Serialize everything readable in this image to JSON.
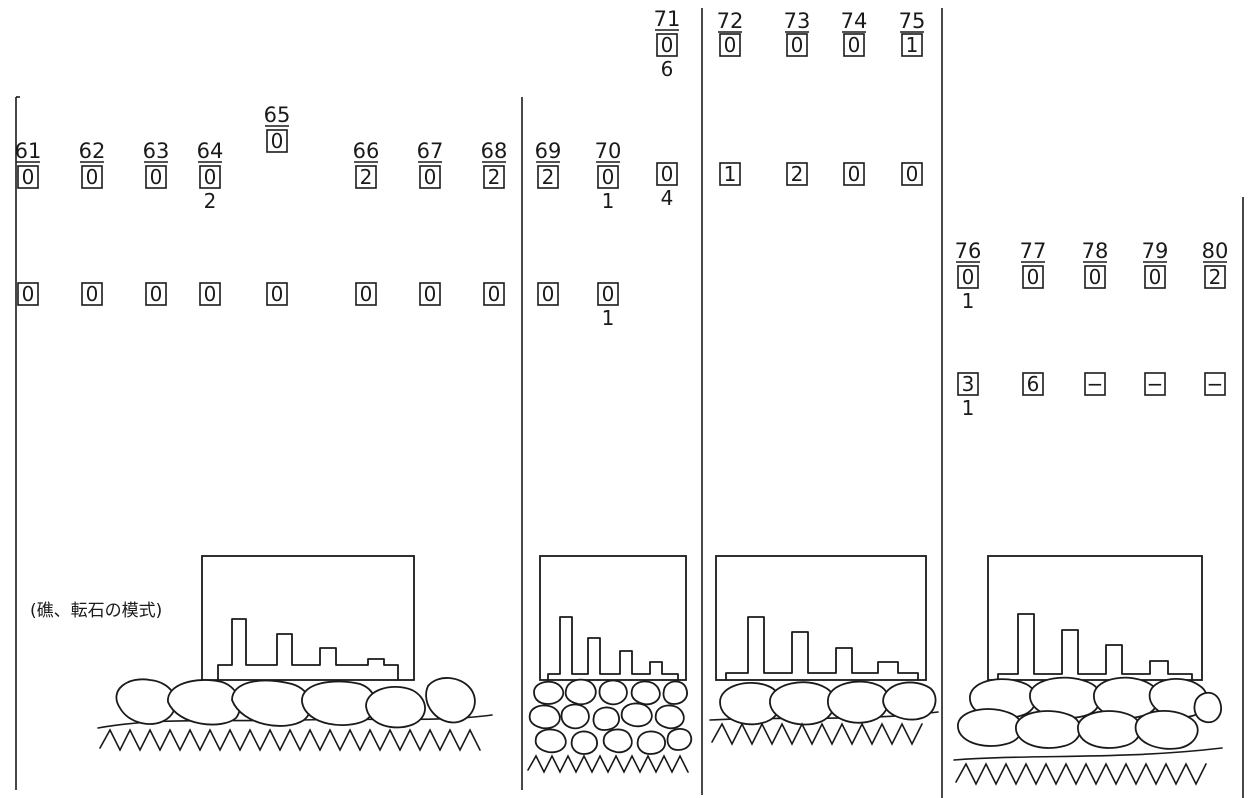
{
  "caption": "(礁、転石の模式)",
  "stations": [
    {
      "num": "61",
      "row1": "0",
      "row1_sub": "",
      "row2": "0",
      "row2_sub": ""
    },
    {
      "num": "62",
      "row1": "0",
      "row1_sub": "",
      "row2": "0",
      "row2_sub": ""
    },
    {
      "num": "63",
      "row1": "0",
      "row1_sub": "",
      "row2": "0",
      "row2_sub": ""
    },
    {
      "num": "64",
      "row1": "0",
      "row1_sub": "2",
      "row2": "0",
      "row2_sub": ""
    },
    {
      "num": "65",
      "row1": "0",
      "row1_sub": "",
      "row2": "0",
      "row2_sub": ""
    },
    {
      "num": "66",
      "row1": "2",
      "row1_sub": "",
      "row2": "0",
      "row2_sub": ""
    },
    {
      "num": "67",
      "row1": "0",
      "row1_sub": "",
      "row2": "0",
      "row2_sub": ""
    },
    {
      "num": "68",
      "row1": "2",
      "row1_sub": "",
      "row2": "0",
      "row2_sub": ""
    },
    {
      "num": "69",
      "row1": "2",
      "row1_sub": "",
      "row2": "0",
      "row2_sub": ""
    },
    {
      "num": "70",
      "row1": "0",
      "row1_sub": "1",
      "row2": "0",
      "row2_sub": "1"
    },
    {
      "num": "71",
      "row1": "0",
      "row1_sub": "6",
      "row2": "0",
      "row2_sub": "4"
    },
    {
      "num": "72",
      "row1": "0",
      "row1_sub": "",
      "row2": "1",
      "row2_sub": ""
    },
    {
      "num": "73",
      "row1": "0",
      "row1_sub": "",
      "row2": "2",
      "row2_sub": ""
    },
    {
      "num": "74",
      "row1": "0",
      "row1_sub": "",
      "row2": "0",
      "row2_sub": ""
    },
    {
      "num": "75",
      "row1": "1",
      "row1_sub": "",
      "row2": "0",
      "row2_sub": ""
    },
    {
      "num": "76",
      "row1": "0",
      "row1_sub": "1",
      "row2": "3",
      "row2_sub": "1"
    },
    {
      "num": "77",
      "row1": "0",
      "row1_sub": "",
      "row2": "6",
      "row2_sub": ""
    },
    {
      "num": "78",
      "row1": "0",
      "row1_sub": "",
      "row2": "−",
      "row2_sub": ""
    },
    {
      "num": "79",
      "row1": "0",
      "row1_sub": "",
      "row2": "−",
      "row2_sub": ""
    },
    {
      "num": "80",
      "row1": "2",
      "row1_sub": "",
      "row2": "−",
      "row2_sub": ""
    }
  ],
  "icons": {
    "schematic": "boulder-block-schematic-icon"
  }
}
